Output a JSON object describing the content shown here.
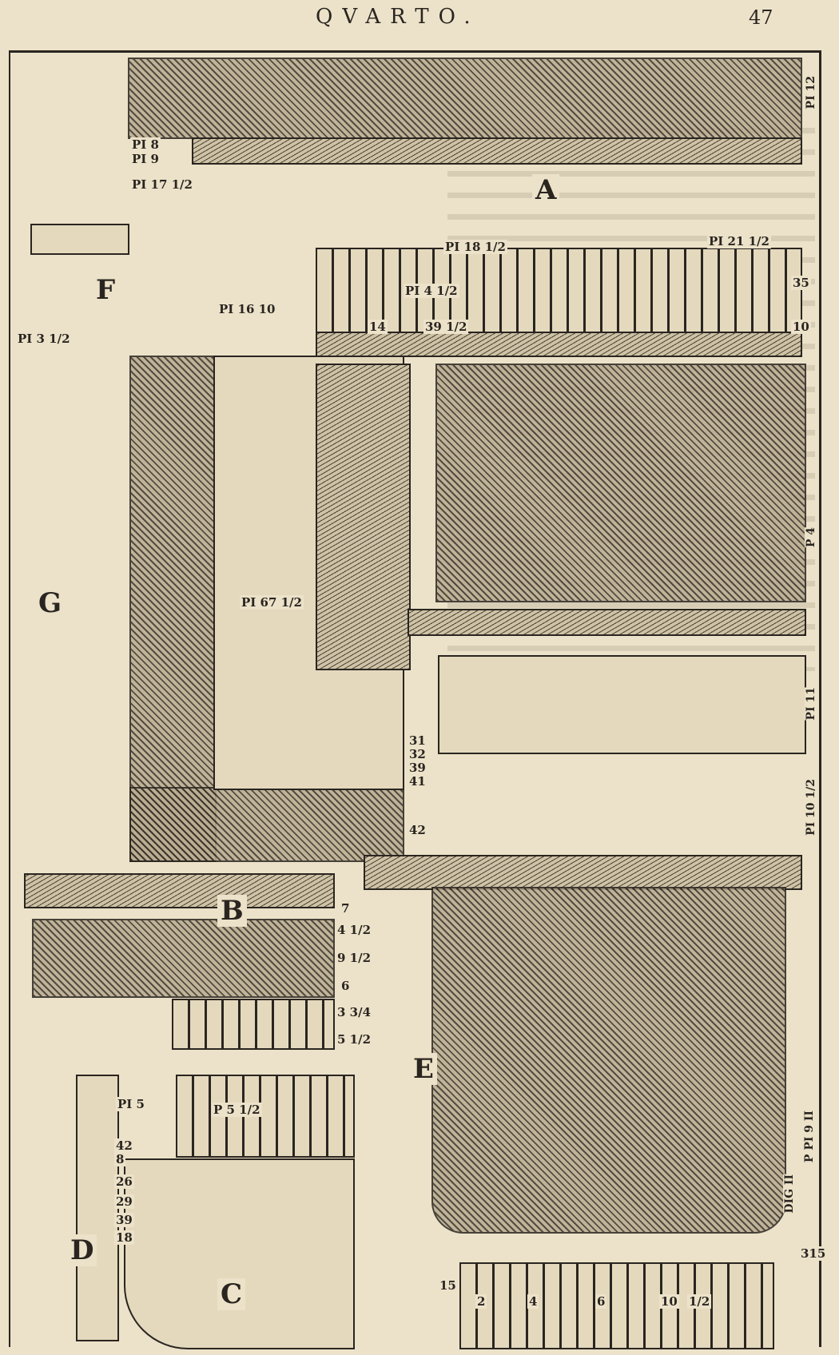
{
  "header": {
    "running_title": "QVARTO.",
    "page_number": "47"
  },
  "figure_labels": {
    "A": "A",
    "B": "B",
    "C": "C",
    "D": "D",
    "E": "E",
    "F": "F",
    "G": "G"
  },
  "measurements": {
    "pi_12": "PI 12",
    "pi_18": "PI 18 1/2",
    "pi_21": "PI 21 1/2",
    "pi_1610": "PI 16 10",
    "pi_8": "PI 8",
    "pi_9": "PI 9",
    "pi_17": "PI 17 1/2",
    "pi_4": "PI 4 1/2",
    "pi_6710": "PI 67 1/2",
    "pi_5": "PI 5",
    "p_5": "P 5 1/2",
    "pi_3": "PI 3 1/2",
    "p_4": "P 4",
    "pi_11": "PI 11",
    "pi_10": "PI 10 1/2",
    "dig_ii": "DIG II",
    "p_pi_9": "P PI 9 II",
    "c_nums": [
      "42",
      "8",
      "26",
      "29",
      "39",
      "18"
    ],
    "b_nums": [
      "7",
      "4 1/2",
      "9 1/2",
      "6",
      "3 3/4",
      "5 1/2"
    ],
    "a_nums": [
      "14",
      "39 1/2",
      "35",
      "10"
    ],
    "mid_nums": [
      "31",
      "32",
      "39",
      "41",
      "42"
    ],
    "e_base": [
      "15",
      "2",
      "4",
      "6",
      "10",
      "1/2"
    ],
    "side_315": "315"
  }
}
